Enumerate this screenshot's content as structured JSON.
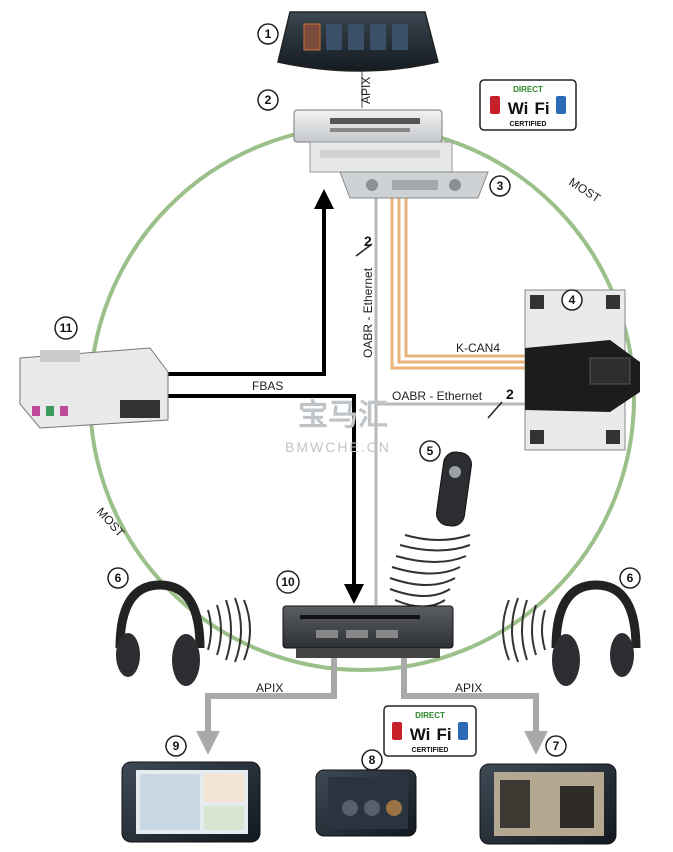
{
  "labels": {
    "apix_top": "APIX",
    "most_right": "MOST",
    "most_left": "MOST",
    "oabr_vertical": "OABR - Ethernet",
    "oabr_horizontal": "OABR - Ethernet",
    "kcan": "K-CAN4",
    "fbas": "FBAS",
    "apix_left": "APIX",
    "apix_right": "APIX",
    "pair_count_vertical": "2",
    "pair_count_horizontal": "2"
  },
  "callouts": [
    "1",
    "2",
    "3",
    "4",
    "5",
    "6",
    "6",
    "7",
    "8",
    "9",
    "10",
    "11"
  ],
  "wifi_badge": {
    "top": "DIRECT",
    "left": "Wi",
    "right": "Fi",
    "bottom": "CERTIFIED"
  },
  "watermark": {
    "logo": "宝马汇",
    "url": "BMWCHE.CN"
  },
  "colors": {
    "most_ring": "#9cc08a",
    "kcan_line": "#e9b47a",
    "oabr_line": "#b9b9b9",
    "signal_arrow": "#000000",
    "apix_arrow": "#a9a9a9"
  }
}
